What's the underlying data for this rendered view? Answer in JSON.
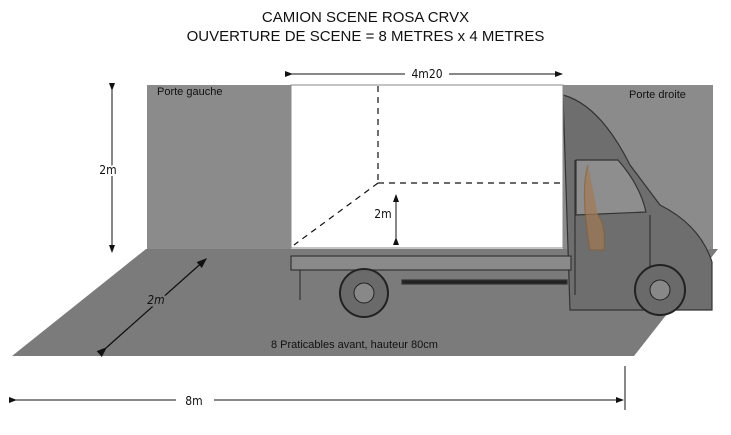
{
  "title": {
    "line1": "CAMION SCENE ROSA CRVX",
    "line2": "OUVERTURE DE SCENE = 8 METRES x 4 METRES"
  },
  "labels": {
    "left_door": "Porte gauche",
    "right_door": "Porte droite",
    "floor_note": "8 Praticables avant, hauteur 80cm"
  },
  "dimensions": {
    "box_width": "4m20",
    "door_height": "2m",
    "floor_depth": "2m",
    "box_height": "2m",
    "total_width": "8m"
  },
  "colors": {
    "panel": "#8a8a8a",
    "floor": "#7a7a7a",
    "box": "#ffffff"
  }
}
